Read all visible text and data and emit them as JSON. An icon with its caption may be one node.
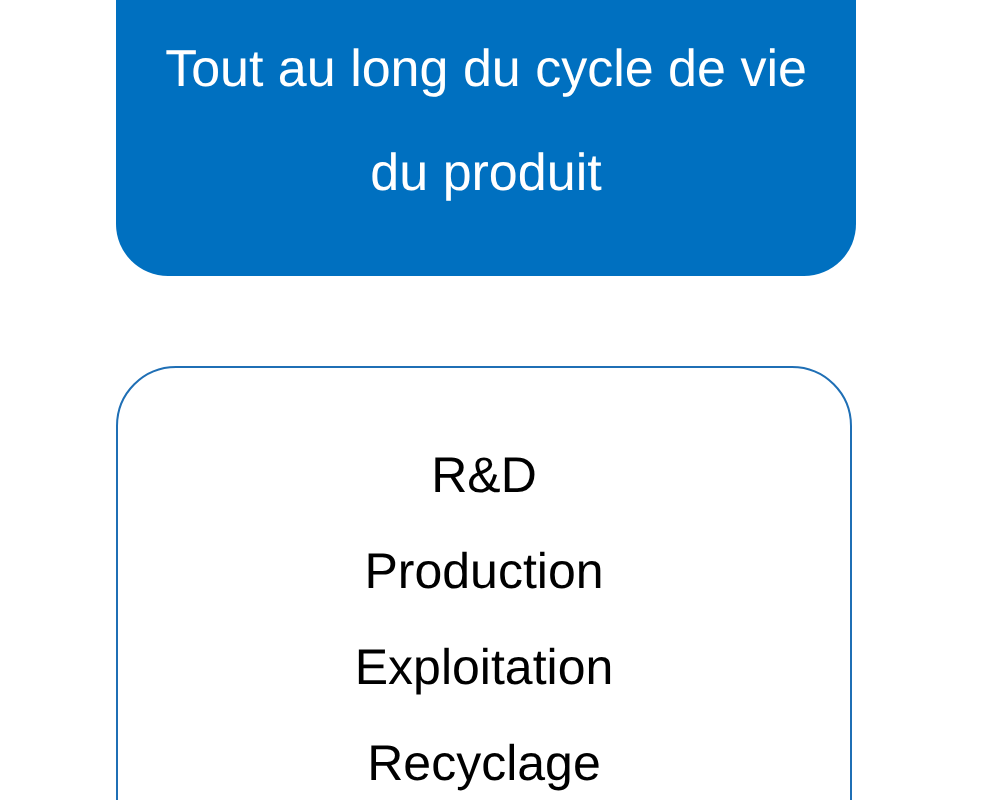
{
  "diagram": {
    "nodes": [
      {
        "text": [
          "Tout au long du cycle de vie du produit"
        ]
      },
      {
        "text": [
          "R&D",
          "Production",
          "Exploitation",
          "Recyclage"
        ]
      }
    ]
  }
}
